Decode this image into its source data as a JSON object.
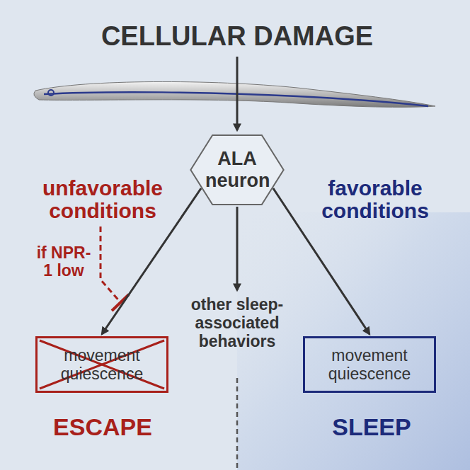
{
  "diagram": {
    "title": "CELLULAR DAMAGE",
    "nodes": [
      {
        "text": [
          "ALA neuron"
        ]
      },
      {
        "text": [
          "movement quiescence"
        ]
      },
      {
        "text": [
          "movement quiescence"
        ]
      }
    ],
    "edges": [
      {
        "from": 0,
        "to": 1,
        "arrow": "to"
      },
      {
        "from": 0,
        "to": 2,
        "arrow": "to"
      }
    ],
    "labels": [
      "unfavorable conditions",
      "favorable conditions",
      "if NPR-1 low",
      "other sleep-associated behaviors",
      "ESCAPE",
      "SLEEP"
    ]
  }
}
